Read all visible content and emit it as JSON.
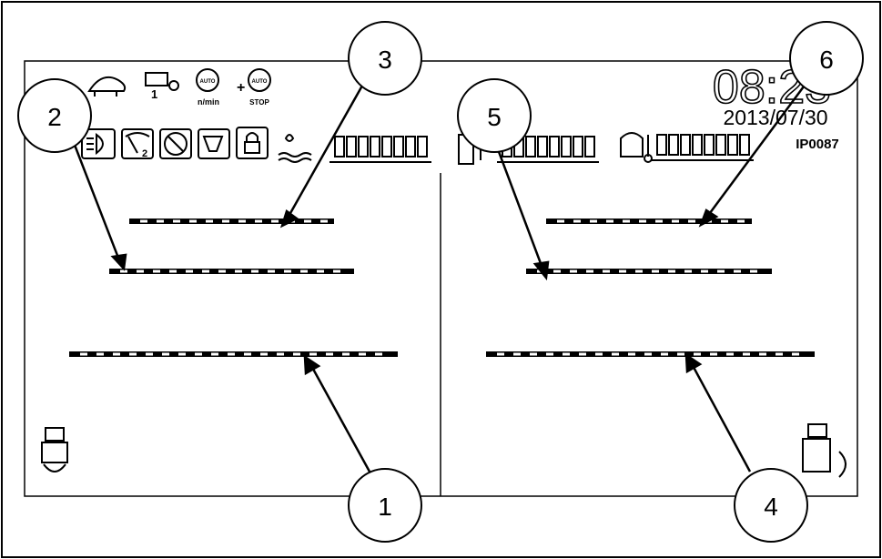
{
  "clock": {
    "time": "08:23",
    "date": "2013/07/30"
  },
  "screen_code": "IP0087",
  "status_icons": {
    "left_row1": [
      "turtle-icon",
      "pto-icon",
      "auto-rpm-icon",
      "auto-stop-icon"
    ],
    "left_row2": [
      "work-light-icon",
      "wiper-icon",
      "mute-icon",
      "hydraulic-icon",
      "lock-icon",
      "def-level-icon"
    ],
    "right_row": [
      "fuel-icon",
      "coolant-temp-icon"
    ],
    "gear_small_labels": {
      "pto": "1",
      "wiper": "2",
      "auto1": "AUTO",
      "rpm": "n/min",
      "auto2": "AUTO",
      "stop": "STOP"
    }
  },
  "gauges": {
    "segments": 8
  },
  "callouts": [
    {
      "number": "1"
    },
    {
      "number": "2"
    },
    {
      "number": "3"
    },
    {
      "number": "4"
    },
    {
      "number": "5"
    },
    {
      "number": "6"
    }
  ],
  "colors": {
    "line": "#000000",
    "background": "#ffffff"
  }
}
